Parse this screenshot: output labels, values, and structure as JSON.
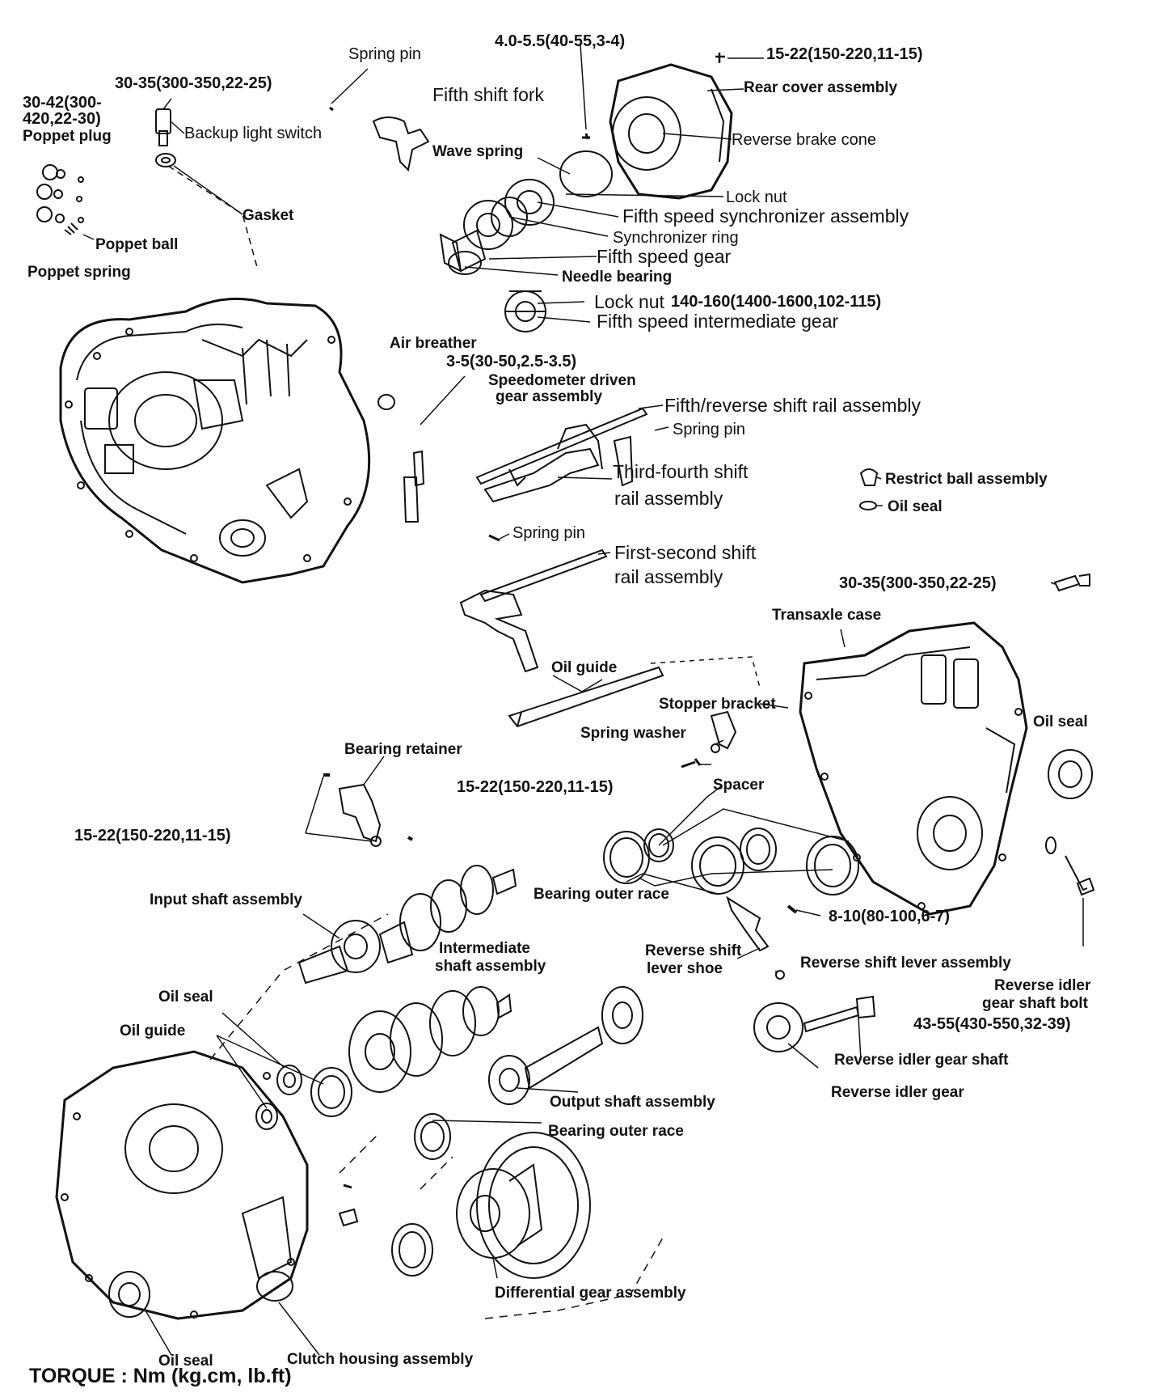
{
  "labels": {
    "spring_pin_top": "Spring pin",
    "torque_wave": "4.0-5.5(40-55,3-4)",
    "torque_rear_cover": "15-22(150-220,11-15)",
    "torque_backup": "30-35(300-350,22-25)",
    "fifth_shift_fork": "Fifth shift fork",
    "rear_cover_assembly": "Rear cover assembly",
    "torque_poppet_1": "30-42(300-",
    "torque_poppet_2": "420,22-30)",
    "poppet_plug": "Poppet plug",
    "backup_light_switch": "Backup light switch",
    "reverse_brake_cone": "Reverse brake cone",
    "wave_spring": "Wave spring",
    "gasket": "Gasket",
    "lock_nut_top": "Lock nut",
    "fifth_sync_assembly": "Fifth speed synchronizer assembly",
    "poppet_ball": "Poppet ball",
    "synchronizer_ring": "Synchronizer ring",
    "fifth_speed_gear": "Fifth speed gear",
    "poppet_spring": "Poppet spring",
    "needle_bearing": "Needle bearing",
    "lock_nut_mid": "Lock nut",
    "torque_lock_nut": "140-160(1400-1600,102-115)",
    "fifth_intermediate_gear": "Fifth speed intermediate gear",
    "air_breather": "Air breather",
    "torque_speedo": "3-5(30-50,2.5-3.5)",
    "speedo_1": "Speedometer driven",
    "speedo_2": "gear assembly",
    "fifth_reverse_rail": "Fifth/reverse shift rail assembly",
    "spring_pin_mid": "Spring pin",
    "third_fourth_1": "Third-fourth shift",
    "third_fourth_2": "rail assembly",
    "restrict_ball": "Restrict ball assembly",
    "oil_seal_restrict": "Oil seal",
    "spring_pin_low": "Spring pin",
    "first_second_1": "First-second shift",
    "first_second_2": "rail assembly",
    "torque_case_bolt": "30-35(300-350,22-25)",
    "transaxle_case": "Transaxle case",
    "oil_guide_mid": "Oil guide",
    "stopper_bracket": "Stopper bracket",
    "oil_seal_right": "Oil seal",
    "spring_washer": "Spring washer",
    "bearing_retainer": "Bearing retainer",
    "torque_stopper": "15-22(150-220,11-15)",
    "spacer": "Spacer",
    "torque_retainer": "15-22(150-220,11-15)",
    "bearing_outer_race_mid": "Bearing outer race",
    "input_shaft": "Input shaft assembly",
    "torque_reverse_lever": "8-10(80-100,6-7)",
    "intermediate_1": "Intermediate",
    "intermediate_2": "shaft assembly",
    "reverse_shift_shoe_1": "Reverse shift",
    "reverse_shift_shoe_2": "lever shoe",
    "reverse_shift_lever": "Reverse shift lever assembly",
    "reverse_idler_bolt_1": "Reverse idler",
    "reverse_idler_bolt_2": "gear shaft bolt",
    "torque_idler_bolt": "43-55(430-550,32-39)",
    "oil_seal_left": "Oil seal",
    "oil_guide_left": "Oil guide",
    "reverse_idler_shaft": "Reverse idler gear shaft",
    "output_shaft": "Output shaft assembly",
    "reverse_idler_gear": "Reverse idler gear",
    "bearing_outer_race_low": "Bearing outer race",
    "differential": "Differential gear assembly",
    "oil_seal_bottom": "Oil seal",
    "clutch_housing": "Clutch housing assembly"
  },
  "footer": "TORQUE : Nm (kg.cm, lb.ft)"
}
